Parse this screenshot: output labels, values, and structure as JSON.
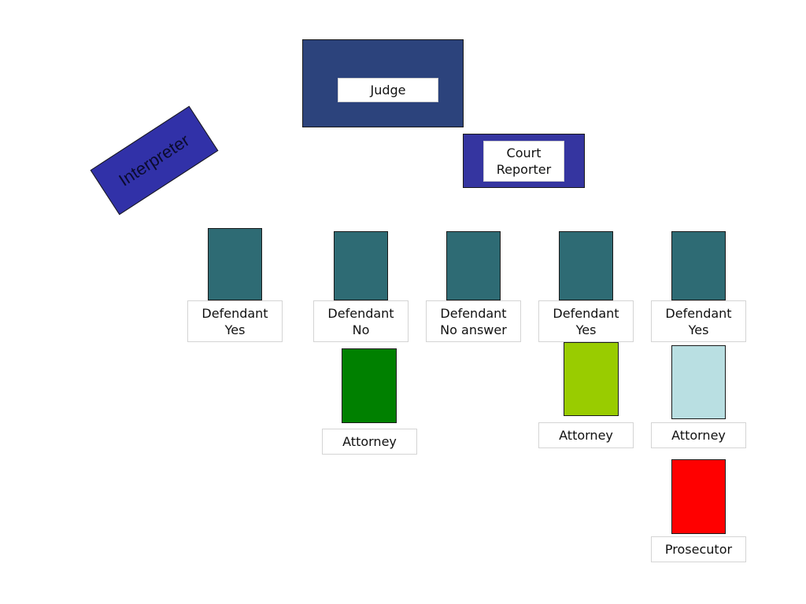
{
  "colors": {
    "judge_fill": "#2c437c",
    "reporter_fill": "#3535a0",
    "interpreter_fill": "#3131a8",
    "defendant_fill": "#2e6b74",
    "attorney_dark_green": "#008000",
    "attorney_lime": "#99cc00",
    "attorney_light_blue": "#b9dfe2",
    "prosecutor_fill": "#ff0000"
  },
  "judge": {
    "label": "Judge"
  },
  "court_reporter": {
    "label": "Court\nReporter"
  },
  "interpreter": {
    "label": "Interpreter"
  },
  "defendants": [
    {
      "label": "Defendant\nYes"
    },
    {
      "label": "Defendant\nNo"
    },
    {
      "label": "Defendant\nNo answer"
    },
    {
      "label": "Defendant\nYes"
    },
    {
      "label": "Defendant\nYes"
    }
  ],
  "attorneys": [
    {
      "label": "Attorney"
    },
    {
      "label": "Attorney"
    },
    {
      "label": "Attorney"
    }
  ],
  "prosecutor": {
    "label": "Prosecutor"
  }
}
